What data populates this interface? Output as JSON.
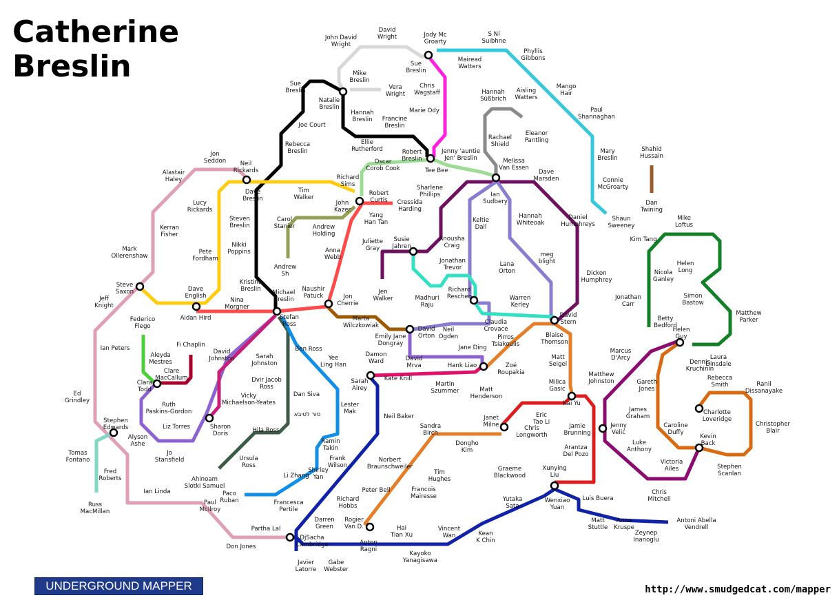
{
  "title_line1": "Catherine",
  "title_line2": "Breslin",
  "footer": {
    "badge": "UNDERGROUND MAPPER",
    "url": "http://www.smudgedcat.com/mapper"
  },
  "lines": [
    {
      "id": "black",
      "color": "#000000"
    },
    {
      "id": "lightgrey",
      "color": "#d8d8d8"
    },
    {
      "id": "magenta",
      "color": "#ff21df"
    },
    {
      "id": "cyan",
      "color": "#35c8df"
    },
    {
      "id": "grey",
      "color": "#8a8a8a"
    },
    {
      "id": "lightgreen",
      "color": "#9ddc95"
    },
    {
      "id": "yellow",
      "color": "#ffcc11"
    },
    {
      "id": "pink",
      "color": "#dfa0b5"
    },
    {
      "id": "olive",
      "color": "#95a055"
    },
    {
      "id": "red",
      "color": "#ff4a4a"
    },
    {
      "id": "purple",
      "color": "#6e1060"
    },
    {
      "id": "lavender",
      "color": "#8c7cd0"
    },
    {
      "id": "teal",
      "color": "#34e0c4"
    },
    {
      "id": "brown",
      "color": "#9e5a00"
    },
    {
      "id": "violet",
      "color": "#8d63d2"
    },
    {
      "id": "maroon",
      "color": "#a8002a"
    },
    {
      "id": "green",
      "color": "#4bd03a"
    },
    {
      "id": "crimson",
      "color": "#c81e78"
    },
    {
      "id": "darkgreen",
      "color": "#3c5a48"
    },
    {
      "id": "blue",
      "color": "#118fe6"
    },
    {
      "id": "navy",
      "color": "#1022a8"
    },
    {
      "id": "orange",
      "color": "#e57e28"
    },
    {
      "id": "fuchsia",
      "color": "#e0106b"
    },
    {
      "id": "scarlet",
      "color": "#dd1d1d"
    },
    {
      "id": "forest",
      "color": "#128026"
    },
    {
      "id": "plum",
      "color": "#8b0b6f"
    },
    {
      "id": "amber",
      "color": "#d86a12"
    },
    {
      "id": "rust",
      "color": "#9a5a2a"
    },
    {
      "id": "mint",
      "color": "#7fd7c4"
    }
  ],
  "stations": [
    [
      "John David\nWright",
      495,
      57
    ],
    [
      "David\nWright",
      562,
      46
    ],
    [
      "Jody Mc\nGroarty",
      632,
      53
    ],
    [
      "S Ní\nSuibhne",
      717,
      52
    ],
    [
      "Phyllis\nGibbons",
      774,
      77
    ],
    [
      "Sue\nBreslin",
      604,
      95
    ],
    [
      "Mairead\nWatters",
      682,
      89
    ],
    [
      "Mike\nBreslin",
      522,
      109
    ],
    [
      "Vera\nWright",
      574,
      129
    ],
    [
      "Chris\nWagstaff",
      620,
      127
    ],
    [
      "Aisling\nWatters",
      764,
      134
    ],
    [
      "Mango\nHair",
      822,
      128
    ],
    [
      "Sue\nBreslin",
      429,
      124
    ],
    [
      "Natalie\nBreslin",
      478,
      148
    ],
    [
      "Hannah\nSüßbrich",
      716,
      136
    ],
    [
      "Marie Ody",
      616,
      163
    ],
    [
      "Hannah\nBreslin",
      526,
      166
    ],
    [
      "Francine\nBreslin",
      573,
      175
    ],
    [
      "Paul\nShannaghan",
      866,
      162
    ],
    [
      "Joe Court",
      453,
      184
    ],
    [
      "Eleanor\nPantling",
      779,
      196
    ],
    [
      "Ellie\nRutherford",
      533,
      209
    ],
    [
      "Rachael\nShield",
      726,
      202
    ],
    [
      "Rebecca\nBreslin",
      432,
      212
    ],
    [
      "Robert\nBreslin",
      598,
      223
    ],
    [
      "Jenny 'auntie\nJen' Breslin",
      669,
      222
    ],
    [
      "Mary\nBreslin",
      882,
      222
    ],
    [
      "Shahid\nHussain",
      946,
      219
    ],
    [
      "Jon\nSeddon",
      312,
      226
    ],
    [
      "Oscar\nCorob Cook",
      556,
      237
    ],
    [
      "Tee Bee",
      634,
      250
    ],
    [
      "Melissa\nVan Essen",
      746,
      236
    ],
    [
      "Neil\nRickards",
      357,
      240
    ],
    [
      "Alastair\nHaley",
      252,
      253
    ],
    [
      "Dave\nMarsden",
      793,
      252
    ],
    [
      "Richard\nSims",
      505,
      260
    ],
    [
      "Connie\nMcGroarty",
      890,
      264
    ],
    [
      "Sharlene\nPhillips",
      624,
      275
    ],
    [
      "Dave\nBreslin",
      367,
      281
    ],
    [
      "Tim\nWalker",
      441,
      279
    ],
    [
      "Robert\nCurtis",
      550,
      283
    ],
    [
      "Ian\nSudbery",
      719,
      285
    ],
    [
      "Lucy\nRickards",
      290,
      297
    ],
    [
      "John\nKazer",
      497,
      297
    ],
    [
      "Cressida\nHarding",
      595,
      296
    ],
    [
      "Dan\nTwining",
      946,
      297
    ],
    [
      "Steven\nBreslin",
      348,
      320
    ],
    [
      "Yang\nHan Tan",
      546,
      315
    ],
    [
      "Carol\nStanier",
      413,
      321
    ],
    [
      "Keltie\nDall",
      698,
      322
    ],
    [
      "Hannah\nWhiteoak",
      770,
      316
    ],
    [
      "Daniel\nHumphreys",
      839,
      318
    ],
    [
      "Shaun\nSweeney",
      902,
      320
    ],
    [
      "Mike\nLoftus",
      993,
      319
    ],
    [
      "Kerran\nFisher",
      246,
      333
    ],
    [
      "Andrew\nHolding",
      470,
      332
    ],
    [
      "Nikki\nPoppins",
      347,
      358
    ],
    [
      "Susie\nJahren",
      583,
      350
    ],
    [
      "Anousha\nCraig",
      656,
      349
    ],
    [
      "Kim Tang",
      934,
      350
    ],
    [
      "Juliette\nGray",
      541,
      353
    ],
    [
      "Mark\nOllerenshaw",
      188,
      364
    ],
    [
      "Anna\nWebb",
      483,
      366
    ],
    [
      "Pete\nFordham",
      298,
      368
    ],
    [
      "meg\nblight",
      794,
      372
    ],
    [
      "Jonathan\nTrevor",
      657,
      381
    ],
    [
      "Helen\nLong",
      995,
      385
    ],
    [
      "Andrew\nSh",
      414,
      390
    ],
    [
      "Lana\nOrton",
      736,
      386
    ],
    [
      "Nicola\nGanley",
      963,
      398
    ],
    [
      "Dickon\nHumphrey",
      866,
      399
    ],
    [
      "Kristina\nBreslin",
      364,
      412
    ],
    [
      "Steve\nSaxon",
      181,
      416
    ],
    [
      "Naushir\nPatuck",
      455,
      422
    ],
    [
      "Richard\nReschen",
      667,
      423
    ],
    [
      "Jen\nWalker",
      556,
      426
    ],
    [
      "Dave\nEnglish",
      284,
      422
    ],
    [
      "Michael\nBreslin",
      412,
      427
    ],
    [
      "Jeff\nKnight",
      151,
      436
    ],
    [
      "Jon\nCherrie",
      505,
      433
    ],
    [
      "Madhuri\nRaju",
      620,
      435
    ],
    [
      "Simon\nBastow",
      1006,
      432
    ],
    [
      "Nina\nMorgner",
      344,
      438
    ],
    [
      "Warren\nKerley",
      755,
      435
    ],
    [
      "Jonathan\nCarr",
      912,
      434
    ],
    [
      "Marta\nWilczkowiak",
      524,
      465
    ],
    [
      "Aidan Hird",
      284,
      464
    ],
    [
      "Stefan\nRoss",
      420,
      463
    ],
    [
      "Federico\nFlego",
      207,
      466
    ],
    [
      "David\nStern",
      825,
      460
    ],
    [
      "Matthew\nParker",
      1087,
      457
    ],
    [
      "Claudia\nCrovace",
      720,
      470
    ],
    [
      "Betty\nBedford",
      966,
      465
    ],
    [
      "Helen\nGuy",
      989,
      481
    ],
    [
      "David\nOrton",
      619,
      480
    ],
    [
      "Neil\nOgden",
      651,
      481
    ],
    [
      "Emily Jane\nDongray",
      567,
      491
    ],
    [
      "Blaise\nThomson",
      805,
      489
    ],
    [
      "Pirros\nTsiakoulis",
      734,
      492
    ],
    [
      "Fi Chaplin",
      277,
      503
    ],
    [
      "Ian Peters",
      167,
      508
    ],
    [
      "David\nJohnston",
      322,
      513
    ],
    [
      "Ben Ross",
      448,
      509
    ],
    [
      "Aleyda\nMestres",
      233,
      518
    ],
    [
      "Laura\nDinsdale",
      1043,
      521
    ],
    [
      "Jane Ding",
      686,
      507
    ],
    [
      "Marcus\nD'Arcy",
      901,
      512
    ],
    [
      "Damon\nWard",
      546,
      517
    ],
    [
      "Sarah\nJohnston",
      384,
      520
    ],
    [
      "Yee\nLing Han",
      484,
      522
    ],
    [
      "David\nMrva",
      601,
      523
    ],
    [
      "Mike\nLoftus",
      0,
      0
    ],
    [
      "Matt\nSeigel",
      810,
      521
    ],
    [
      "Dennis\nKruchinin",
      1016,
      528
    ],
    [
      "Clare\nMacCallum",
      249,
      541
    ],
    [
      "Zoé\nRoupakia",
      742,
      533
    ],
    [
      "Hank Liao",
      671,
      533
    ],
    [
      "Matthew\nJohnston",
      873,
      546
    ],
    [
      "Rebecca\nSmith",
      1045,
      551
    ],
    [
      "Ranil\nDissanayake",
      1109,
      560
    ],
    [
      "Sarah\nAirey",
      522,
      556
    ],
    [
      "Kate Knill",
      578,
      552
    ],
    [
      "Dvir Jacob\nRoss",
      387,
      554
    ],
    [
      "Martin\nSzummer",
      646,
      560
    ],
    [
      "Gareth\nJones",
      939,
      557
    ],
    [
      "Milica\nGasic",
      809,
      557
    ],
    [
      "Clara\nTodd",
      210,
      558
    ],
    [
      "Matt\nHenderson",
      706,
      568
    ],
    [
      "Vicky\nMichaelson-Yeates",
      361,
      577
    ],
    [
      "Dan Siva",
      445,
      575
    ],
    [
      "Ed\nGrindley",
      112,
      574
    ],
    [
      "Kai Yu",
      830,
      588
    ],
    [
      "Ruth\nPaskins-Gordon",
      245,
      590
    ],
    [
      "Lester\nMak",
      508,
      590
    ],
    [
      "James\nGraham",
      926,
      597
    ],
    [
      "Charlotte\nLoveridge",
      1041,
      601
    ],
    [
      "סור לטיבא",
      446,
      604
    ],
    [
      "Christopher\nBlair",
      1122,
      618
    ],
    [
      "Stephen\nEdwards",
      168,
      613
    ],
    [
      "Neil Baker",
      579,
      607
    ],
    [
      "Eric\nTao Li",
      786,
      605
    ],
    [
      "Janet\nMilne",
      713,
      609
    ],
    [
      "Sharon\nDoris",
      320,
      622
    ],
    [
      "Liz Torres",
      256,
      622
    ],
    [
      "Caroline\nDuffy",
      981,
      620
    ],
    [
      "Sandra\nBirch",
      625,
      621
    ],
    [
      "Jamie\nBrunning",
      838,
      621
    ],
    [
      "Jenny\nVelić",
      898,
      620
    ],
    [
      "Chris\nLongworth",
      772,
      624
    ],
    [
      "Hila Ross",
      386,
      627
    ],
    [
      "Alyson\nAshe",
      200,
      637
    ],
    [
      "Kevin\nBack",
      1028,
      636
    ],
    [
      "Ramin\nTakin",
      480,
      643
    ],
    [
      "Dongho\nKim",
      678,
      646
    ],
    [
      "Arantza\nDel Pozo",
      836,
      652
    ],
    [
      "Luke\nAnthony",
      928,
      645
    ],
    [
      "Tomas\nFontano",
      113,
      660
    ],
    [
      "Jo\nStansfield",
      246,
      660
    ],
    [
      "Frank\nWilson",
      490,
      668
    ],
    [
      "Ursula\nRoss",
      361,
      668
    ],
    [
      "Norbert\nBraunschweiler",
      566,
      670
    ],
    [
      "Victoria\nAiles",
      975,
      673
    ],
    [
      "Stephen\nScanlan",
      1059,
      680
    ],
    [
      "Xunying\nLiu",
      805,
      682
    ],
    [
      "Graeme\nBlackwood",
      740,
      683
    ],
    [
      "Tim\nHughes",
      638,
      688
    ],
    [
      "Fred\nRoberts",
      160,
      687
    ],
    [
      "Shirley\nYan",
      462,
      685
    ],
    [
      "Ahinoam\nSlotki Samuel",
      297,
      698
    ],
    [
      "Li Zhang",
      430,
      693
    ],
    [
      "Francois\nMairesse",
      615,
      713
    ],
    [
      "Chris\nMitchell",
      957,
      717
    ],
    [
      "Peter Bell",
      546,
      714
    ],
    [
      "Ian Linda",
      228,
      716
    ],
    [
      "Paco\nRuban",
      333,
      719
    ],
    [
      "Yutaka\nSata",
      744,
      727
    ],
    [
      "Wenxiao\nYuan",
      809,
      729
    ],
    [
      "Richard\nHobbs",
      505,
      727
    ],
    [
      "Luis Buera",
      868,
      726
    ],
    [
      "Paul\nMcIlroy",
      305,
      732
    ],
    [
      "Russ\nMacMillan",
      138,
      735
    ],
    [
      "Francesca\nPertile",
      419,
      732
    ],
    [
      "Matt\nStuttle",
      868,
      758
    ],
    [
      "Anna\nKruspe",
      906,
      758
    ],
    [
      "Antoni Abella\nVendrell",
      1011,
      758
    ],
    [
      "Darren\nGreen",
      471,
      757
    ],
    [
      "Rogier\nVan D.",
      514,
      757
    ],
    [
      "Hai\nTian Xu",
      583,
      769
    ],
    [
      "Vincent\nWan",
      652,
      770
    ],
    [
      "Kean\nK Chin",
      705,
      777
    ],
    [
      "Zeynep\nInanoglu",
      938,
      776
    ],
    [
      "Partha Lal",
      386,
      770
    ],
    [
      "DjSacha\nCambridge",
      453,
      783
    ],
    [
      "Anton\nRagni",
      535,
      790
    ],
    [
      "Don Jones",
      350,
      796
    ],
    [
      "Kayoko\nYanagisawa",
      610,
      806
    ],
    [
      "Javier\nLatorre",
      444,
      819
    ],
    [
      "Gabe\nWebster",
      488,
      819
    ],
    [
      "Dan\nTwining",
      0,
      0
    ],
    [
      "Mike\nLoftus",
      0,
      0
    ]
  ]
}
